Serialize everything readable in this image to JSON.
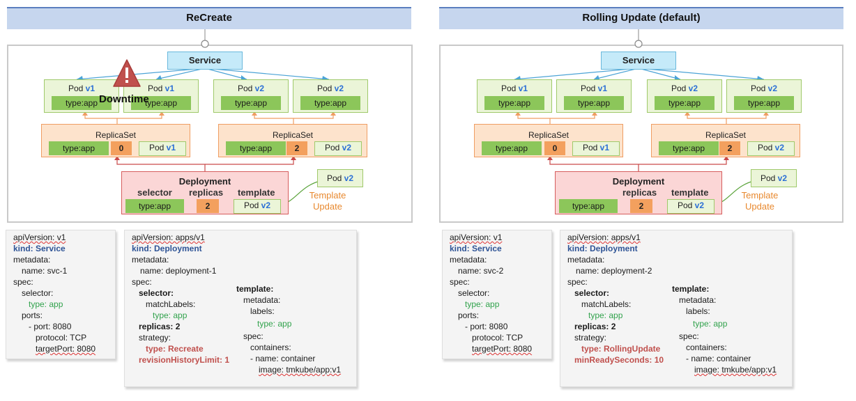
{
  "left": {
    "header": "ReCreate",
    "service_label": "Service",
    "downtime_label": "Downtime",
    "pods": [
      {
        "prefix": "Pod ",
        "version": "v1",
        "type": "type:app"
      },
      {
        "prefix": "Pod ",
        "version": "v1",
        "type": "type:app"
      },
      {
        "prefix": "Pod ",
        "version": "v2",
        "type": "type:app"
      },
      {
        "prefix": "Pod ",
        "version": "v2",
        "type": "type:app"
      }
    ],
    "replicasets": [
      {
        "title": "ReplicaSet",
        "type": "type:app",
        "count": "0",
        "pod_prefix": "Pod ",
        "pod_version": "v1"
      },
      {
        "title": "ReplicaSet",
        "type": "type:app",
        "count": "2",
        "pod_prefix": "Pod ",
        "pod_version": "v2"
      }
    ],
    "deployment": {
      "title": "Deployment",
      "selector_label": "selector",
      "replicas_label": "replicas",
      "template_label": "template",
      "type": "type:app",
      "replicas": "2",
      "template_pod_prefix": "Pod ",
      "template_pod_version": "v2"
    },
    "floating_pod": {
      "prefix": "Pod ",
      "version": "v2"
    },
    "template_update": [
      "Template",
      "Update"
    ],
    "service_yaml": [
      "apiVersion: v1",
      "kind: Service",
      "metadata:",
      "name: svc-1",
      "spec:",
      "selector:",
      "type: app",
      "ports:",
      "- port: 8080",
      "protocol: TCP",
      "targetPort: 8080"
    ],
    "deployment_yaml": {
      "main": [
        "apiVersion: apps/v1",
        "kind: Deployment",
        "metadata:",
        "name: deployment-1",
        "spec:",
        "selector:",
        "matchLabels:",
        "type: app",
        "replicas: 2",
        "strategy:",
        "type: Recreate",
        "revisionHistoryLimit: 1"
      ],
      "template": [
        "template:",
        "metadata:",
        "labels:",
        "type: app",
        "spec:",
        "containers:",
        "- name: container",
        "image: tmkube/app:v1"
      ]
    }
  },
  "right": {
    "header": "Rolling Update (default)",
    "service_label": "Service",
    "pods": [
      {
        "prefix": "Pod ",
        "version": "v1",
        "type": "type:app"
      },
      {
        "prefix": "Pod ",
        "version": "v1",
        "type": "type:app"
      },
      {
        "prefix": "Pod ",
        "version": "v2",
        "type": "type:app"
      },
      {
        "prefix": "Pod ",
        "version": "v2",
        "type": "type:app"
      }
    ],
    "replicasets": [
      {
        "title": "ReplicaSet",
        "type": "type:app",
        "count": "0",
        "pod_prefix": "Pod ",
        "pod_version": "v1"
      },
      {
        "title": "ReplicaSet",
        "type": "type:app",
        "count": "2",
        "pod_prefix": "Pod ",
        "pod_version": "v2"
      }
    ],
    "deployment": {
      "title": "Deployment",
      "replicas_label": "replicas",
      "template_label": "template",
      "type": "type:app",
      "replicas": "2",
      "template_pod_prefix": "Pod ",
      "template_pod_version": "v2"
    },
    "floating_pod": {
      "prefix": "Pod ",
      "version": "v2"
    },
    "template_update": [
      "Template",
      "Update"
    ],
    "service_yaml": [
      "apiVersion: v1",
      "kind: Service",
      "metadata:",
      "name: svc-2",
      "spec:",
      "selector:",
      "type: app",
      "ports:",
      "- port: 8080",
      "protocol: TCP",
      "targetPort: 8080"
    ],
    "deployment_yaml": {
      "main": [
        "apiVersion: apps/v1",
        "kind: Deployment",
        "metadata:",
        "name: deployment-2",
        "spec:",
        "selector:",
        "matchLabels:",
        "type: app",
        "replicas: 2",
        "strategy:",
        "type: RollingUpdate",
        "minReadySeconds: 10"
      ],
      "template": [
        "template:",
        "metadata:",
        "labels:",
        "type: app",
        "spec:",
        "containers:",
        "- name: container",
        "image: tmkube/app:v1"
      ]
    }
  },
  "colors": {
    "header_bg": "#c6d6ee",
    "service_bg": "#c5eaf9",
    "pod_bg": "#ebf5d8",
    "label_green": "#8cc65a",
    "replicaset_bg": "#fde3cc",
    "count_orange": "#f3a05e",
    "deployment_bg": "#fbd6d6",
    "version_blue": "#2b6fd6",
    "warning_red": "#c0504d",
    "note_orange": "#e8892f"
  },
  "icons": {
    "warning": "warning-triangle-icon"
  }
}
